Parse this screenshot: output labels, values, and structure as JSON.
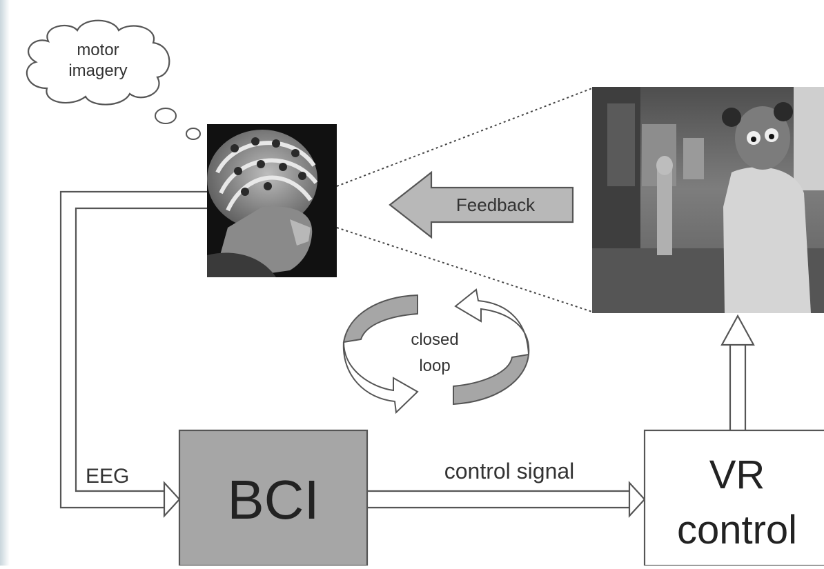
{
  "labels": {
    "thought": [
      "motor",
      "imagery"
    ],
    "feedback": "Feedback",
    "closed_loop": [
      "closed",
      "loop"
    ],
    "eeg": "EEG",
    "control_signal": "control signal",
    "bci": "BCI",
    "vr": [
      "VR",
      "control"
    ]
  },
  "colors": {
    "line": "#555555",
    "gray_fill": "#a6a6a6",
    "arrow_fill": "#b8b8b8",
    "text": "#333333",
    "photo_dark": "#111111",
    "vr_scene": "#6f6f6f"
  },
  "images": {
    "head_photo": "photo-of-person-wearing-eeg-cap",
    "vr_scene": "photo-of-virtual-reality-street-with-avatar"
  }
}
